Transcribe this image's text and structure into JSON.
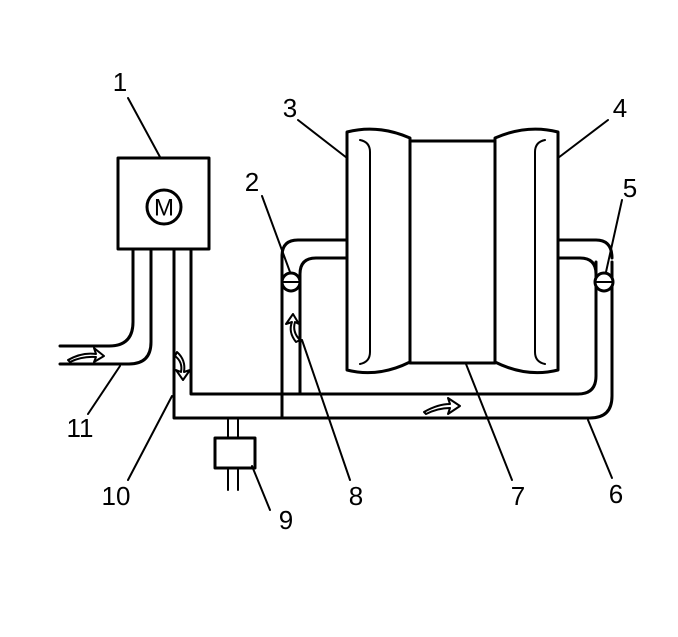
{
  "motor": {
    "symbol": "M"
  },
  "callouts": [
    {
      "id": "c1",
      "label": "1"
    },
    {
      "id": "c2",
      "label": "2"
    },
    {
      "id": "c3",
      "label": "3"
    },
    {
      "id": "c4",
      "label": "4"
    },
    {
      "id": "c5",
      "label": "5"
    },
    {
      "id": "c6",
      "label": "6"
    },
    {
      "id": "c7",
      "label": "7"
    },
    {
      "id": "c8",
      "label": "8"
    },
    {
      "id": "c9",
      "label": "9"
    },
    {
      "id": "c10",
      "label": "10"
    },
    {
      "id": "c11",
      "label": "11"
    }
  ]
}
